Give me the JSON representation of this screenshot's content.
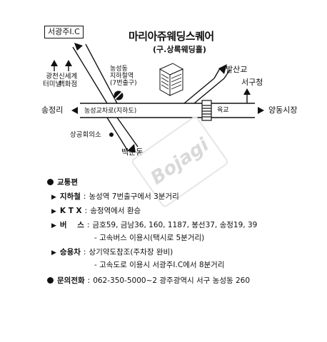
{
  "map": {
    "title": "마리아쥬웨딩스퀘어",
    "subtitle": "(구.상록웨딩홀)",
    "ic": "서광주I.C",
    "bus_terminal": "광천\n터미널",
    "shinsegae": "신세계\n백화점",
    "station": "농성동\n지하철역\n(7번출구)",
    "balsangyo": "발산교",
    "seogu_office": "서구청",
    "songjeongri": "송정리",
    "underpass": "농성교차로(지하도)",
    "yukgyo": "육교",
    "yangdong": "양동시장",
    "chamber": "상공회의소",
    "baegun": "백운동",
    "watermark": "Bojagi"
  },
  "info": {
    "header": "교통편",
    "subway_key": "지하철",
    "subway_val": "농성역 7번출구에서 3분거리",
    "ktx_key": "K T X",
    "ktx_val": "송정역에서 환승",
    "bus_key": "버    스",
    "bus_val": "금호59, 금남36, 160, 1187, 봉선37, 송정19, 39",
    "bus_sub": "- 고속버스 이용시(택시로 5분거리)",
    "car_key": "승용차",
    "car_val": "상기약도참조(주차장 완비)",
    "car_sub": "- 고속도로 이용시 서광주I.C에서 8분거리",
    "contact_key": "문의전화",
    "contact_val": "062-350-5000~2 광주광역시 서구 농성동 260"
  }
}
